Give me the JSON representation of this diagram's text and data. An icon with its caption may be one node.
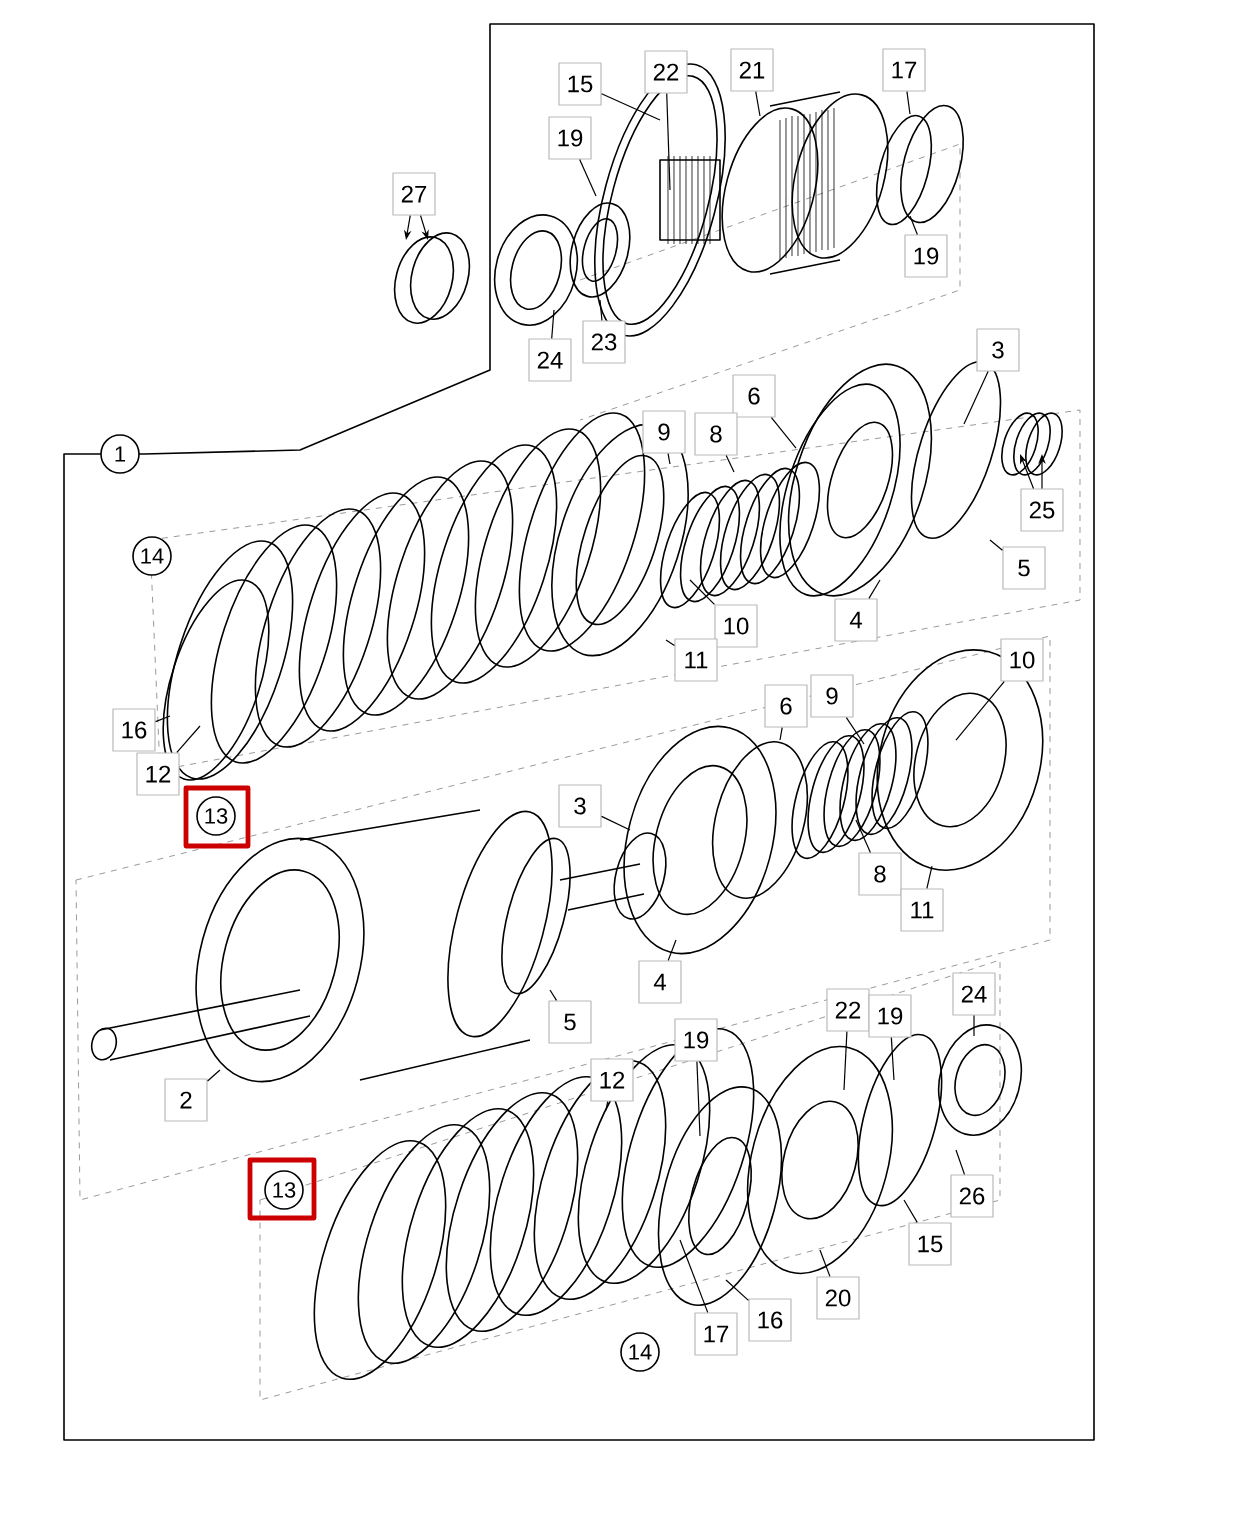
{
  "diagram": {
    "nodes": [
      {
        "text": [
          "15"
        ]
      },
      {
        "text": [
          "22"
        ]
      },
      {
        "text": [
          "21"
        ]
      },
      {
        "text": [
          "17"
        ]
      },
      {
        "text": [
          "19"
        ]
      },
      {
        "text": [
          "19"
        ]
      },
      {
        "text": [
          "27"
        ]
      },
      {
        "text": [
          "24"
        ]
      },
      {
        "text": [
          "23"
        ]
      },
      {
        "text": [
          "1"
        ]
      },
      {
        "text": [
          "6"
        ]
      },
      {
        "text": [
          "9"
        ]
      },
      {
        "text": [
          "8"
        ]
      },
      {
        "text": [
          "3"
        ]
      },
      {
        "text": [
          "25"
        ]
      },
      {
        "text": [
          "5"
        ]
      },
      {
        "text": [
          "10"
        ]
      },
      {
        "text": [
          "11"
        ]
      },
      {
        "text": [
          "4"
        ]
      },
      {
        "text": [
          "14"
        ]
      },
      {
        "text": [
          "16"
        ]
      },
      {
        "text": [
          "12"
        ]
      },
      {
        "text": [
          "13"
        ]
      },
      {
        "text": [
          "10"
        ]
      },
      {
        "text": [
          "6"
        ]
      },
      {
        "text": [
          "9"
        ]
      },
      {
        "text": [
          "3"
        ]
      },
      {
        "text": [
          "8"
        ]
      },
      {
        "text": [
          "11"
        ]
      },
      {
        "text": [
          "4"
        ]
      },
      {
        "text": [
          "5"
        ]
      },
      {
        "text": [
          "2"
        ]
      },
      {
        "text": [
          "12"
        ]
      },
      {
        "text": [
          "19"
        ]
      },
      {
        "text": [
          "22"
        ]
      },
      {
        "text": [
          "19"
        ]
      },
      {
        "text": [
          "24"
        ]
      },
      {
        "text": [
          "26"
        ]
      },
      {
        "text": [
          "15"
        ]
      },
      {
        "text": [
          "20"
        ]
      },
      {
        "text": [
          "16"
        ]
      },
      {
        "text": [
          "17"
        ]
      },
      {
        "text": [
          "14"
        ]
      },
      {
        "text": [
          "13"
        ]
      }
    ],
    "edges": [
      {
        "from": 0,
        "to": null,
        "arrow": "none"
      },
      {
        "from": 1,
        "to": null,
        "arrow": "none"
      },
      {
        "from": 2,
        "to": null,
        "arrow": "none"
      },
      {
        "from": 3,
        "to": null,
        "arrow": "none"
      },
      {
        "from": 4,
        "to": null,
        "arrow": "none"
      },
      {
        "from": 5,
        "to": null,
        "arrow": "none"
      },
      {
        "from": 6,
        "to": null,
        "arrow": "to"
      },
      {
        "from": 6,
        "to": null,
        "arrow": "to"
      },
      {
        "from": 7,
        "to": null,
        "arrow": "none"
      },
      {
        "from": 8,
        "to": null,
        "arrow": "none"
      },
      {
        "from": 10,
        "to": null,
        "arrow": "none"
      },
      {
        "from": 11,
        "to": null,
        "arrow": "none"
      },
      {
        "from": 12,
        "to": null,
        "arrow": "none"
      },
      {
        "from": 13,
        "to": null,
        "arrow": "none"
      },
      {
        "from": 14,
        "to": null,
        "arrow": "to"
      },
      {
        "from": 14,
        "to": null,
        "arrow": "to"
      },
      {
        "from": 15,
        "to": null,
        "arrow": "none"
      },
      {
        "from": 16,
        "to": null,
        "arrow": "none"
      },
      {
        "from": 17,
        "to": null,
        "arrow": "none"
      },
      {
        "from": 18,
        "to": null,
        "arrow": "none"
      },
      {
        "from": 20,
        "to": null,
        "arrow": "none"
      },
      {
        "from": 21,
        "to": null,
        "arrow": "none"
      },
      {
        "from": 23,
        "to": null,
        "arrow": "none"
      },
      {
        "from": 24,
        "to": null,
        "arrow": "none"
      },
      {
        "from": 25,
        "to": null,
        "arrow": "none"
      },
      {
        "from": 26,
        "to": null,
        "arrow": "none"
      },
      {
        "from": 27,
        "to": null,
        "arrow": "none"
      },
      {
        "from": 28,
        "to": null,
        "arrow": "none"
      },
      {
        "from": 29,
        "to": null,
        "arrow": "none"
      },
      {
        "from": 30,
        "to": null,
        "arrow": "none"
      },
      {
        "from": 31,
        "to": null,
        "arrow": "none"
      },
      {
        "from": 32,
        "to": null,
        "arrow": "none"
      },
      {
        "from": 33,
        "to": null,
        "arrow": "none"
      },
      {
        "from": 34,
        "to": null,
        "arrow": "none"
      },
      {
        "from": 35,
        "to": null,
        "arrow": "none"
      },
      {
        "from": 36,
        "to": null,
        "arrow": "none"
      },
      {
        "from": 37,
        "to": null,
        "arrow": "none"
      },
      {
        "from": 38,
        "to": null,
        "arrow": "none"
      },
      {
        "from": 39,
        "to": null,
        "arrow": "none"
      },
      {
        "from": 40,
        "to": null,
        "arrow": "none"
      },
      {
        "from": 41,
        "to": null,
        "arrow": "none"
      }
    ]
  }
}
